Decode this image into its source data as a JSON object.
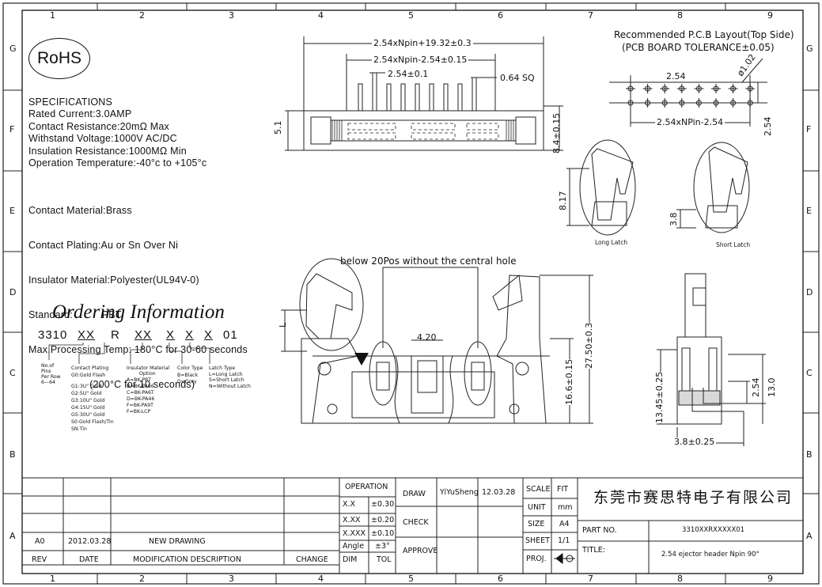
{
  "grid": {
    "columns": [
      "1",
      "2",
      "3",
      "4",
      "5",
      "6",
      "7",
      "8",
      "9"
    ],
    "rows": [
      "G",
      "F",
      "E",
      "D",
      "C",
      "B",
      "A"
    ]
  },
  "logo": {
    "text": "RoHS"
  },
  "specifications": {
    "heading": "SPECIFICATIONS",
    "lines": [
      "Rated Current:3.0AMP",
      "Contact Resistance:20mΩ Max",
      "Withstand Voltage:1000V AC/DC",
      "Insulation Resistance:1000MΩ Min",
      "Operation Temperature:-40°c to +105°c"
    ],
    "materials": [
      "Contact Material:Brass",
      "Contact Plating:Au or Sn Over Ni",
      "Insulator Material:Polyester(UL94V-0)",
      "Standard:          PBT",
      "Max.Processing Temp: 180°C for 30-60 seconds",
      "                     (200°C for 10 seconds)"
    ]
  },
  "ordering": {
    "title": "Ordering Information",
    "code": [
      "3310",
      "XX",
      "R",
      "XX",
      "X",
      "X",
      "X",
      "01"
    ],
    "pins": [
      "No.of",
      "Pins",
      "Per Row",
      "6—64"
    ],
    "plating": [
      "Contact Plating",
      "G0:Gold Flash",
      "",
      "G1:3U\" Gold",
      "G2:5U\" Gold",
      "G3:10U\" Gold",
      "G4:15U\" Gold",
      "G5:30U\" Gold",
      "S0:Gold Flash/Tin",
      "SN:Tin"
    ],
    "insulator": [
      "Insulator Material",
      "Option",
      "A=BK-PBT",
      "B=BK-PA66",
      "C=BK-PA6T",
      "D=BK-PA46",
      "F=BK-PA9T",
      "F=BK-LCP"
    ],
    "color": [
      "Color Type",
      "B=Black",
      "G=Grey"
    ],
    "latch": [
      "Latch Type",
      "L=Long Latch",
      "S=Short Latch",
      "N=Without Latch"
    ]
  },
  "top_view": {
    "dim_total": "2.54xNpin+19.32±0.3",
    "dim_mid": "2.54xNpin-2.54±0.15",
    "dim_pitch": "2.54±0.1",
    "dim_sq": "0.64 SQ",
    "dim_h": "5.1",
    "dim_right": "8.4±0.15"
  },
  "pcb": {
    "title": "Recommended P.C.B Layout(Top Side)",
    "subtitle": "(PCB BOARD TOLERANCE±0.05)",
    "dim_pitch": "2.54",
    "dim_hole": "ø1.02",
    "dim_span": "2.54xNPin-2.54",
    "dim_row": "2.54"
  },
  "latches": {
    "long_label": "Long Latch",
    "long_dim": "8.17",
    "short_label": "Short Latch",
    "short_dim": "3.8"
  },
  "front_view": {
    "note": "below 20Pos without the central hole",
    "dim_l": "L",
    "dim_center": "4.20",
    "dim_body": "16.6±0.15",
    "dim_total": "27.50±0.3"
  },
  "side_view": {
    "dim_a": "13.45±0.25",
    "dim_b": "2.54",
    "dim_c": "13.0",
    "dim_d": "3.8±0.25"
  },
  "titleblock": {
    "operation": "OPERATION",
    "tol_rows": [
      [
        "X.X",
        "±0.30"
      ],
      [
        "X.XX",
        "±0.20"
      ],
      [
        "X.XXX",
        "±0.10"
      ],
      [
        "Angle",
        "±3°"
      ]
    ],
    "dim_hdr": "DIM",
    "tol_hdr": "TOL",
    "draw": "DRAW",
    "check": "CHECK",
    "approve": "APPROVE",
    "drawer": "YiYuSheng",
    "draw_date": "12.03.28",
    "scale": "SCALE",
    "scale_val": "FIT",
    "unit": "UNIT",
    "unit_val": "mm",
    "size": "SIZE",
    "size_val": "A4",
    "sheet": "SHEET",
    "sheet_val": "1/1",
    "proj": "PROJ.",
    "company": "东莞市赛思特电子有限公司",
    "part_no_label": "PART NO.",
    "part_no": "3310XXRXXXXX01",
    "title_label": "TITLE:",
    "title": "2.54 ejector header Npin 90°",
    "rev_rev": "A0",
    "rev_date": "2012.03.28",
    "rev_desc": "NEW DRAWING",
    "hdr_rev": "REV",
    "hdr_date": "DATE",
    "hdr_desc": "MODIFICATION DESCRIPTION",
    "hdr_change": "CHANGE"
  }
}
